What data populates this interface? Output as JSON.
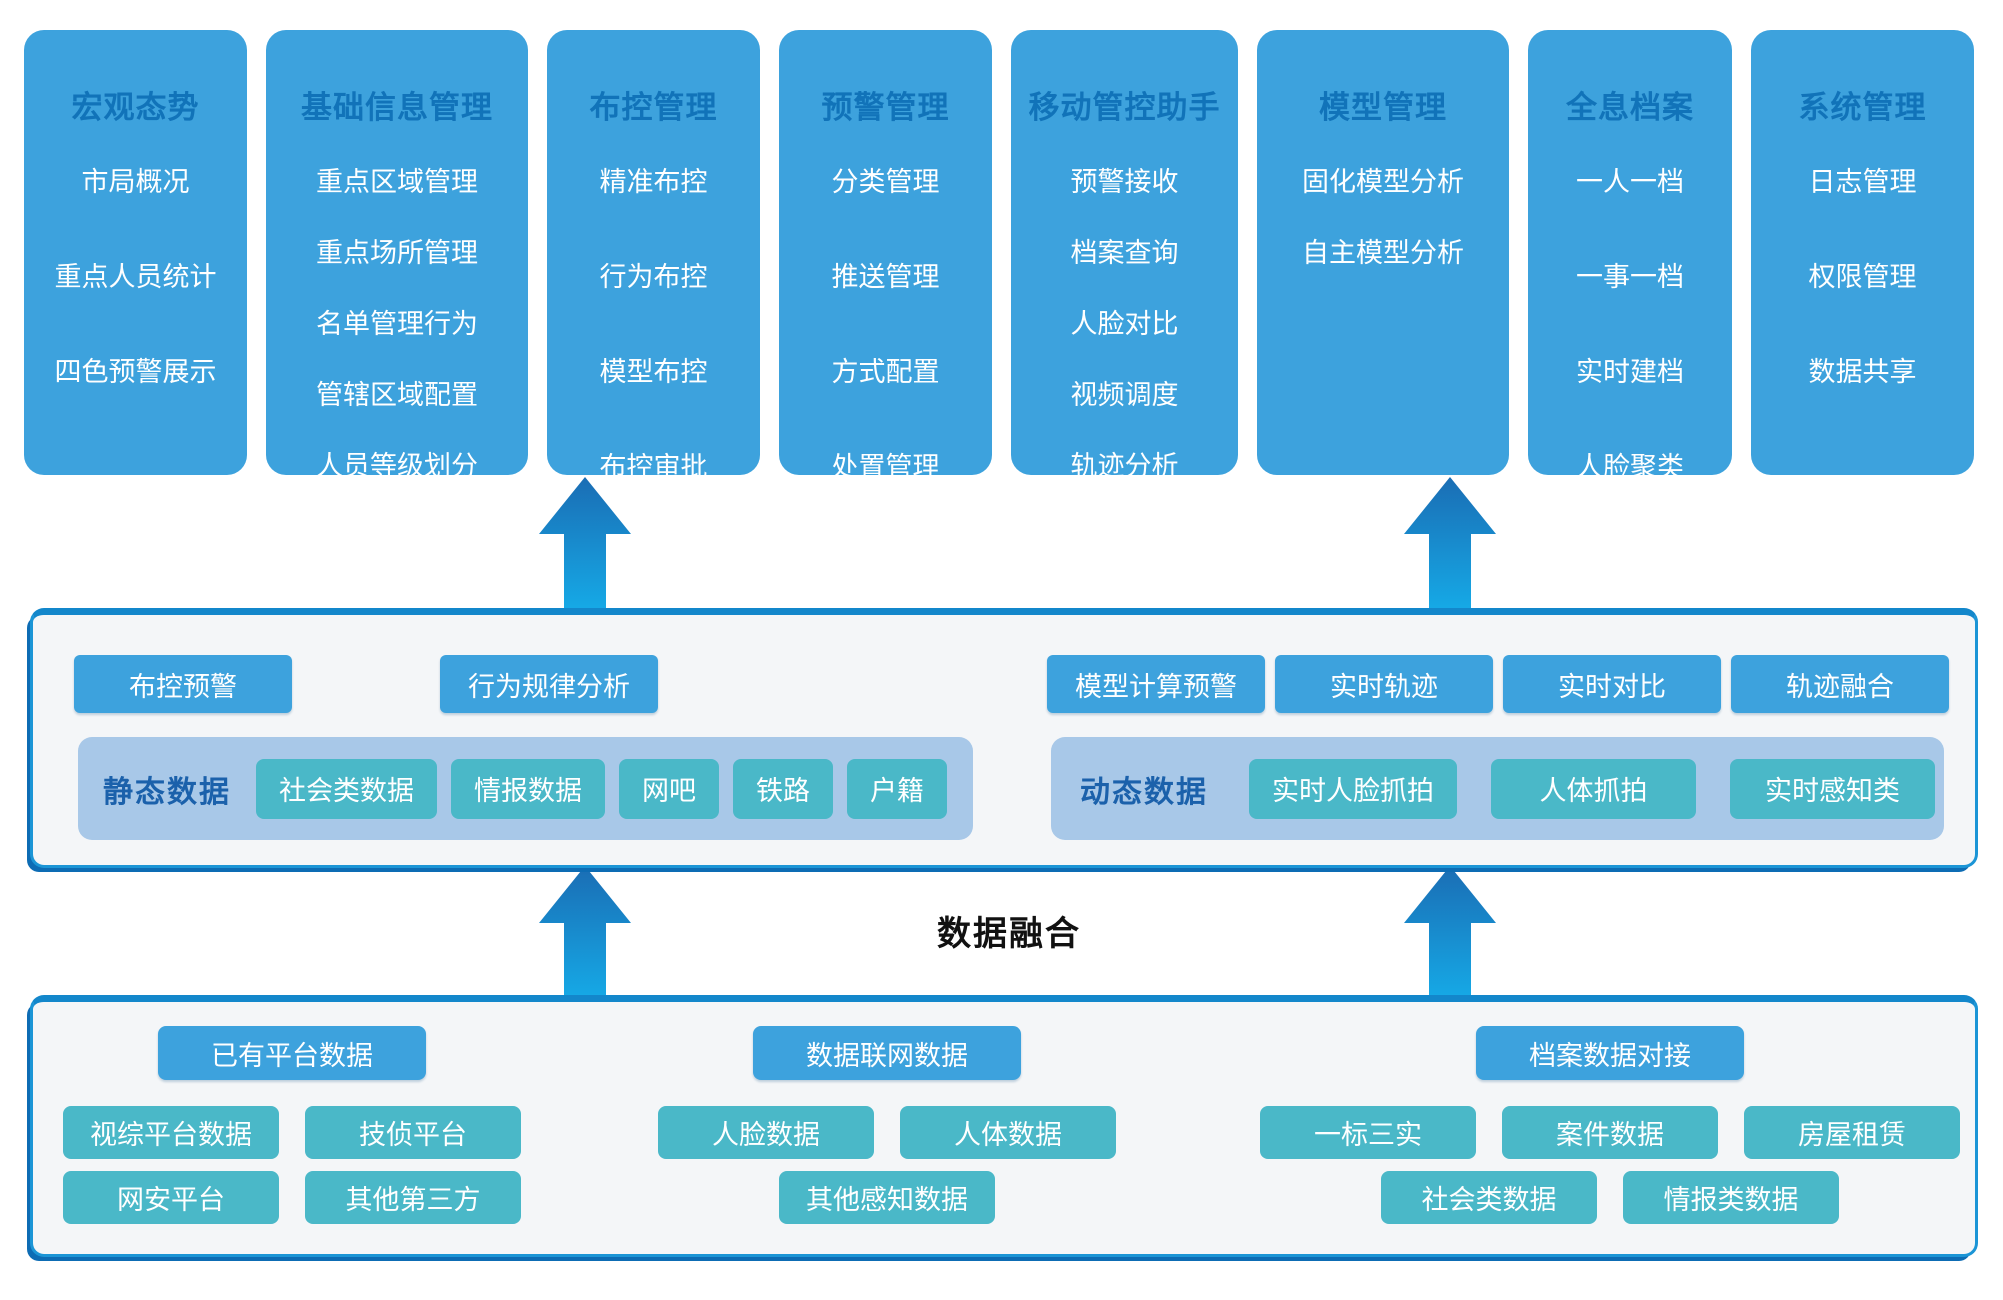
{
  "palette": {
    "primary_blue": "#3da2dd",
    "title_blue": "#1173b9",
    "teal": "#4ab8c8",
    "panel_border": "#1b95d6",
    "panel_bg": "#f4f6f8",
    "group_bg": "#a8c8e8",
    "arrow_gradient_top": "#1a6db4",
    "arrow_gradient_bottom": "#16a9e6"
  },
  "top_modules": [
    {
      "title": "宏观态势",
      "items": [
        "市局概况",
        "重点人员统计",
        "四色预警展示"
      ]
    },
    {
      "title": "基础信息管理",
      "items": [
        "重点区域管理",
        "重点场所管理",
        "名单管理行为",
        "管辖区域配置",
        "人员等级划分"
      ]
    },
    {
      "title": "布控管理",
      "items": [
        "精准布控",
        "行为布控",
        "模型布控",
        "布控审批"
      ]
    },
    {
      "title": "预警管理",
      "items": [
        "分类管理",
        "推送管理",
        "方式配置",
        "处置管理"
      ]
    },
    {
      "title": "移动管控助手",
      "items": [
        "预警接收",
        "档案查询",
        "人脸对比",
        "视频调度",
        "轨迹分析"
      ]
    },
    {
      "title": "模型管理",
      "items": [
        "固化模型分析",
        "自主模型分析"
      ]
    },
    {
      "title": "全息档案",
      "items": [
        "一人一档",
        "一事一档",
        "实时建档",
        "人脸聚类"
      ]
    },
    {
      "title": "系统管理",
      "items": [
        "日志管理",
        "权限管理",
        "数据共享"
      ]
    }
  ],
  "platform_layer": {
    "left_buttons": [
      "布控预警",
      "行为规律分析"
    ],
    "right_buttons": [
      "模型计算预警",
      "实时轨迹",
      "实时对比",
      "轨迹融合"
    ],
    "static_group": {
      "label": "静态数据",
      "items": [
        "社会类数据",
        "情报数据",
        "网吧",
        "铁路",
        "户籍"
      ]
    },
    "dynamic_group": {
      "label": "动态数据",
      "items": [
        "实时人脸抓拍",
        "人体抓拍",
        "实时感知类"
      ]
    }
  },
  "fusion_label": "数据融合",
  "source_layer": {
    "groups": [
      {
        "header": "已有平台数据",
        "rows": [
          [
            "视综平台数据",
            "技侦平台"
          ],
          [
            "网安平台",
            "其他第三方"
          ]
        ]
      },
      {
        "header": "数据联网数据",
        "rows": [
          [
            "人脸数据",
            "人体数据"
          ],
          [
            "其他感知数据"
          ]
        ]
      },
      {
        "header": "档案数据对接",
        "rows": [
          [
            "一标三实",
            "案件数据",
            "房屋租赁"
          ],
          [
            "社会类数据",
            "情报类数据"
          ]
        ]
      }
    ]
  }
}
